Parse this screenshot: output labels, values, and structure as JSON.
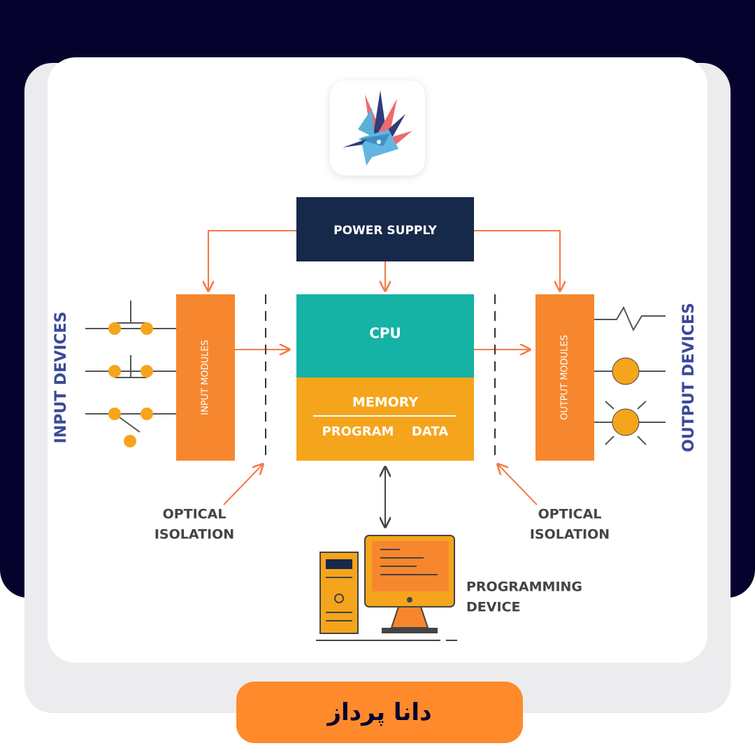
{
  "diagram": {
    "power_supply": "POWER SUPPLY",
    "cpu": "CPU",
    "memory": "MEMORY",
    "program": "PROGRAM",
    "data": "DATA",
    "input_modules": "INPUT MODULES",
    "output_modules": "OUTPUT MODULES",
    "input_devices": "INPUT DEVICES",
    "output_devices": "OUTPUT DEVICES",
    "optical_isolation_left": [
      "OPTICAL",
      "ISOLATION"
    ],
    "optical_isolation_right": [
      "OPTICAL",
      "ISOLATION"
    ],
    "programming_device": [
      "PROGRAMMING",
      "DEVICE"
    ]
  },
  "brand": {
    "name": "دانا پرداز"
  },
  "colors": {
    "navy": "#05032e",
    "power_supply": "#17294a",
    "cpu": "#14b3a6",
    "memory": "#f5a51c",
    "module": "#f7872e",
    "arrow": "#f47a45",
    "device_blue": "#3a4a9a"
  }
}
